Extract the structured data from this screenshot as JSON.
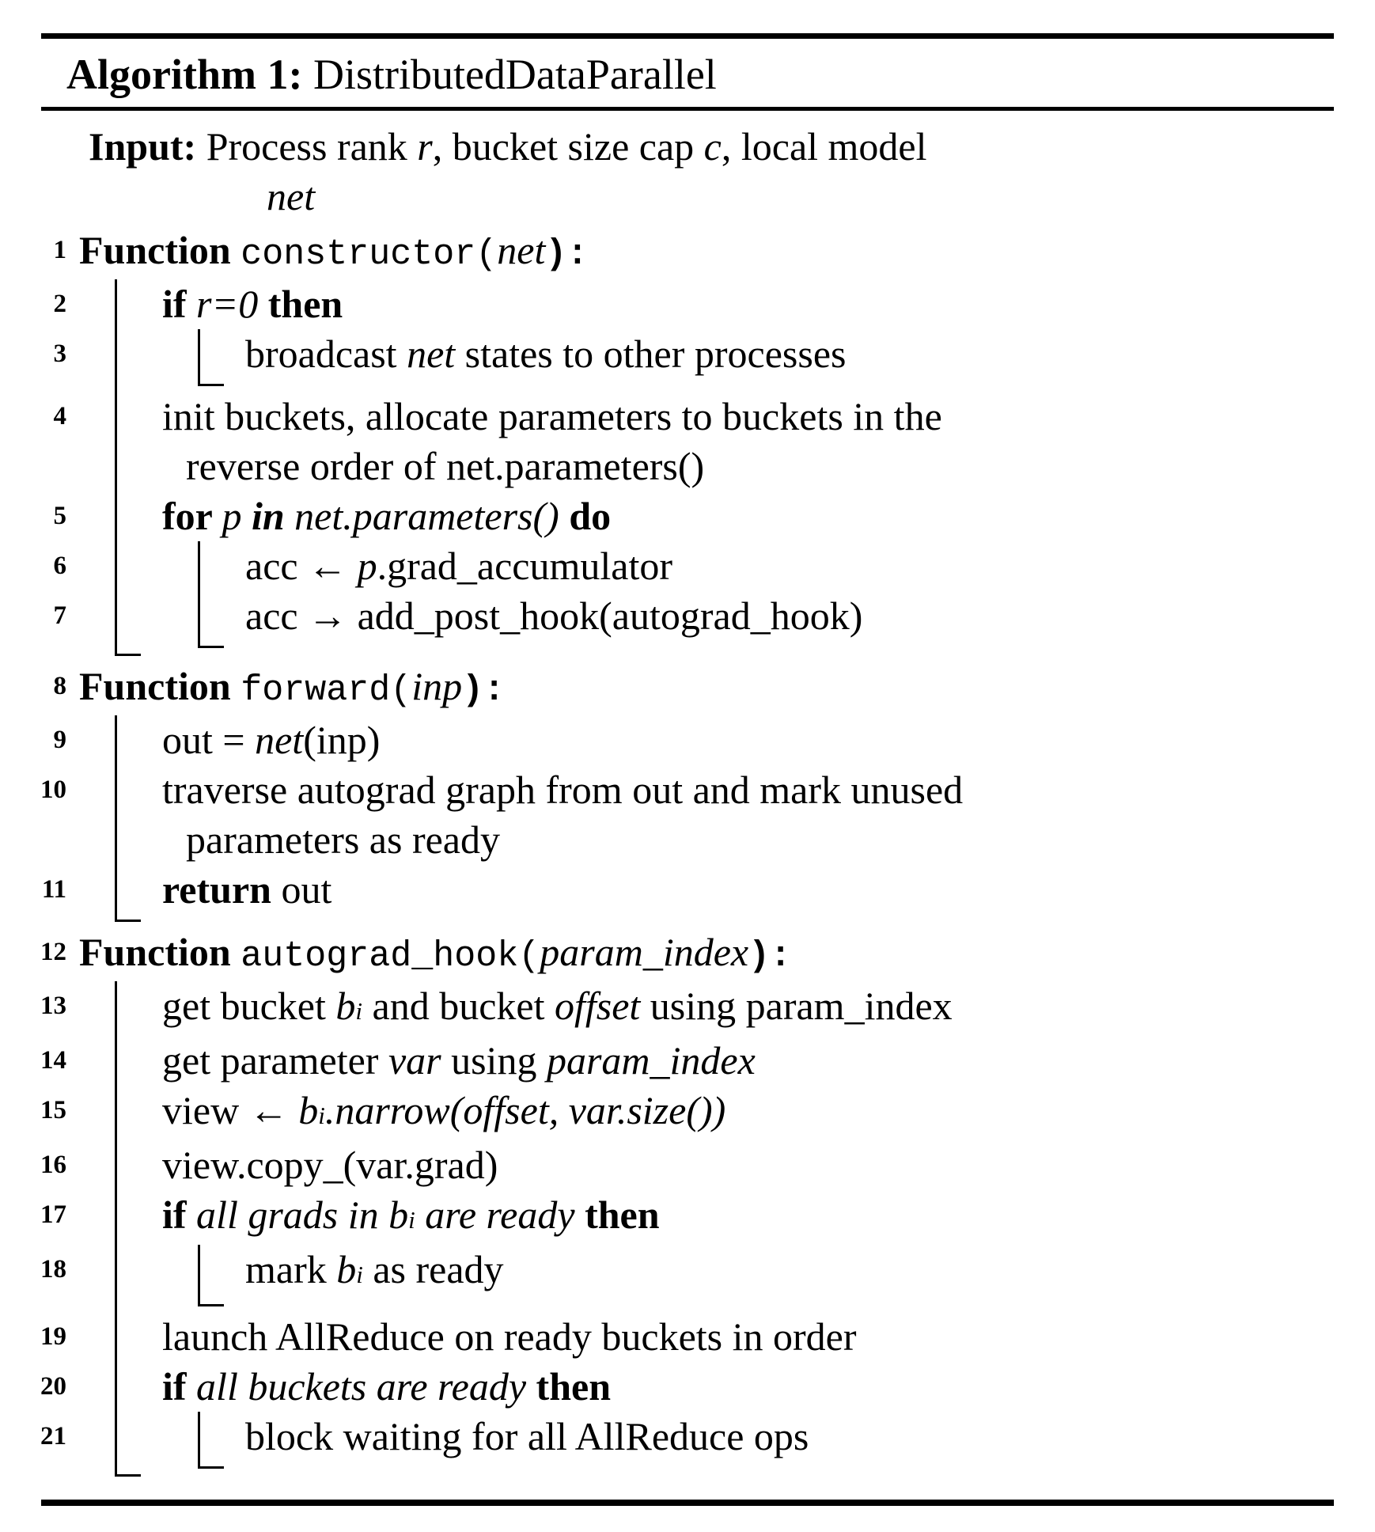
{
  "title": {
    "label": "Algorithm 1:",
    "name": " DistributedDataParallel"
  },
  "input": {
    "label": "Input:",
    "a": " Process rank ",
    "v1": "r",
    "b": ", bucket size cap ",
    "v2": "c",
    "c": ", local model",
    "cont": "net"
  },
  "lines": {
    "l1": {
      "num": "1",
      "kw": "Function ",
      "fn": "constructor(",
      "arg": "net",
      "close": "):"
    },
    "l2": {
      "num": "2",
      "kw1": "if ",
      "cond": "r=0",
      "kw2": " then"
    },
    "l3": {
      "num": "3",
      "a": "broadcast ",
      "v": "net",
      "b": " states to other processes"
    },
    "l4": {
      "num": "4",
      "a": "init buckets, allocate parameters to buckets in the",
      "b": "reverse order of net.parameters()"
    },
    "l5": {
      "num": "5",
      "kw1": "for ",
      "v1": "p ",
      "kw2": "in",
      "v2": " net.parameters() ",
      "kw3": "do"
    },
    "l6": {
      "num": "6",
      "a": "acc ← ",
      "v": "p",
      "b": ".grad_accumulator"
    },
    "l7": {
      "num": "7",
      "a": "acc → add_post_hook(autograd_hook)"
    },
    "l8": {
      "num": "8",
      "kw": "Function ",
      "fn": "forward(",
      "arg": "inp",
      "close": "):"
    },
    "l9": {
      "num": "9",
      "a": "out = ",
      "v": "net",
      "b": "(inp)"
    },
    "l10": {
      "num": "10",
      "a": "traverse autograd graph from out and mark unused",
      "b": "parameters as ready"
    },
    "l11": {
      "num": "11",
      "kw": "return",
      "a": " out"
    },
    "l12": {
      "num": "12",
      "kw": "Function ",
      "fn": "autograd_hook(",
      "arg": "param_index",
      "close": "):"
    },
    "l13": {
      "num": "13",
      "a": "get bucket ",
      "v1": "b",
      "sub1": "i",
      "b": " and bucket ",
      "v2": "offset",
      "c": " using param_index"
    },
    "l14": {
      "num": "14",
      "a": "get parameter ",
      "v1": "var",
      "b": " using ",
      "v2": "param_index"
    },
    "l15": {
      "num": "15",
      "a": "view ← ",
      "v1": "b",
      "sub1": "i",
      "v2": ".narrow(offset, var.size())"
    },
    "l16": {
      "num": "16",
      "a": "view.copy_(var.grad)"
    },
    "l17": {
      "num": "17",
      "kw1": "if ",
      "c1": "all grads in b",
      "sub1": "i",
      "c2": " are ready ",
      "kw2": "then"
    },
    "l18": {
      "num": "18",
      "a": "mark ",
      "v1": "b",
      "sub1": "i",
      "b": " as ready"
    },
    "l19": {
      "num": "19",
      "a": "launch AllReduce on ready buckets in order"
    },
    "l20": {
      "num": "20",
      "kw1": "if ",
      "c1": "all buckets are ready ",
      "kw2": "then"
    },
    "l21": {
      "num": "21",
      "a": "block waiting for all AllReduce ops"
    }
  }
}
